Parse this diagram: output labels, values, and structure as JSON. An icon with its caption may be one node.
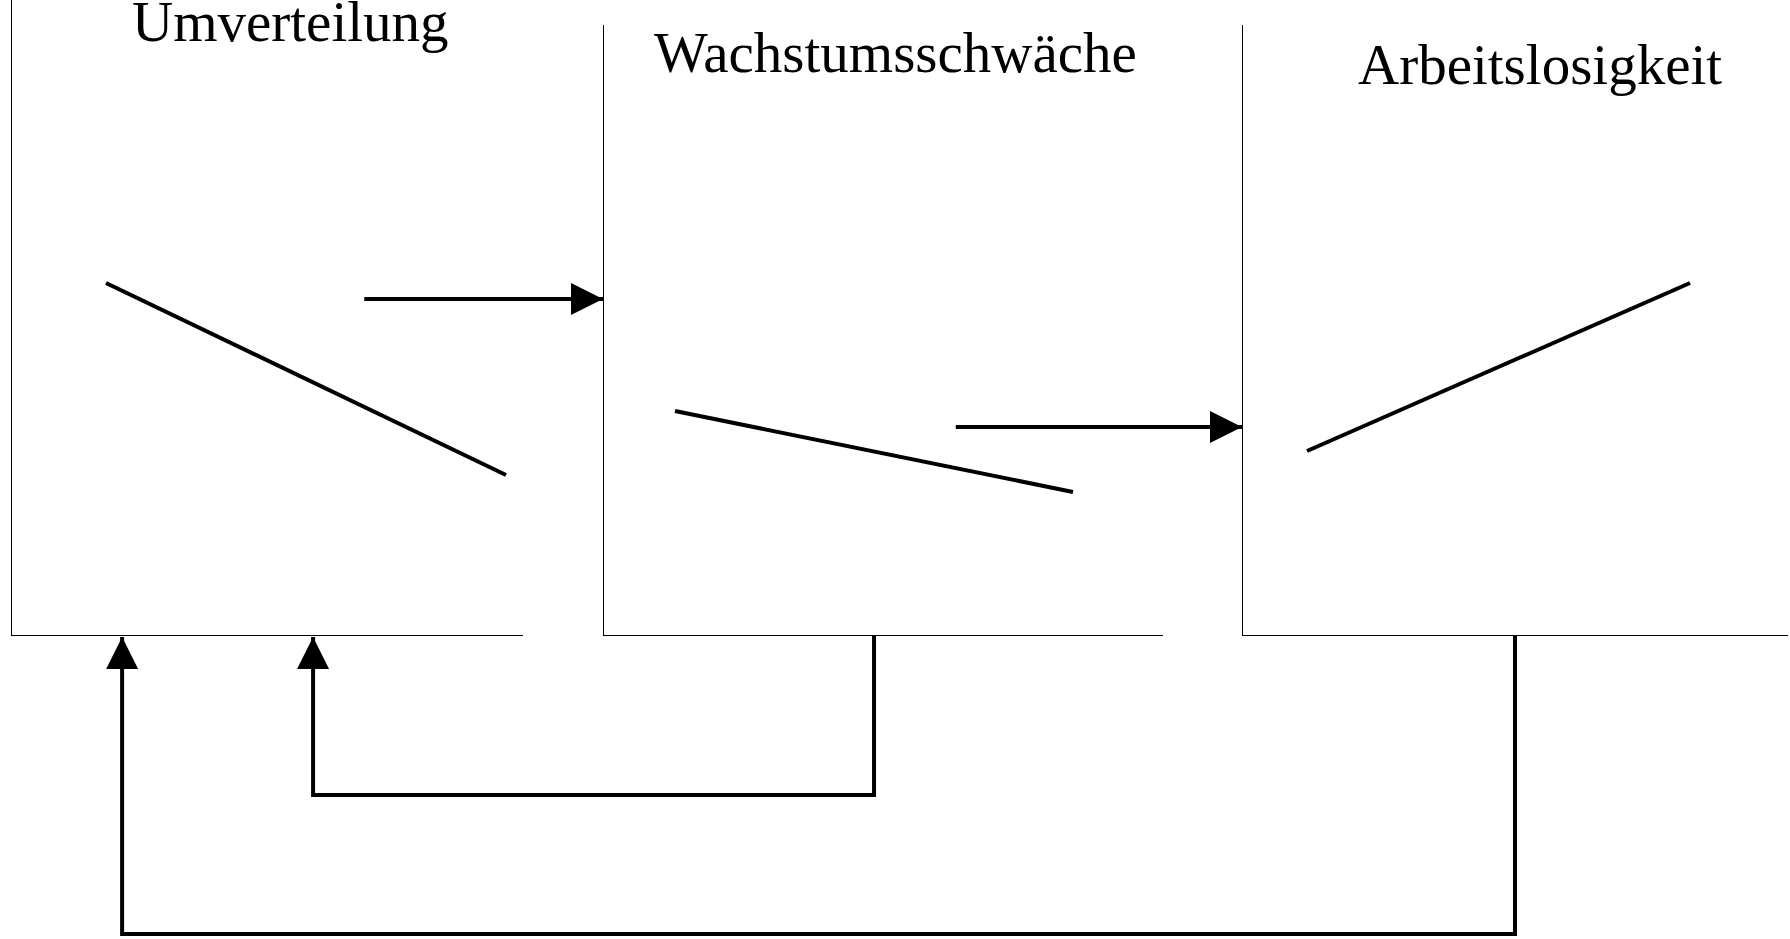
{
  "diagram": {
    "nodes": [
      {
        "text": [
          "Umverteilung"
        ]
      },
      {
        "text": [
          "Wachstumsschwäche"
        ]
      },
      {
        "text": [
          "Arbeitslosigkeit"
        ]
      }
    ],
    "edges": [
      {
        "from": 0,
        "to": 1,
        "arrow": "to"
      },
      {
        "from": 1,
        "to": 2,
        "arrow": "to"
      },
      {
        "from": 1,
        "to": 0,
        "arrow": "to"
      },
      {
        "from": 2,
        "to": 0,
        "arrow": "to"
      }
    ]
  }
}
